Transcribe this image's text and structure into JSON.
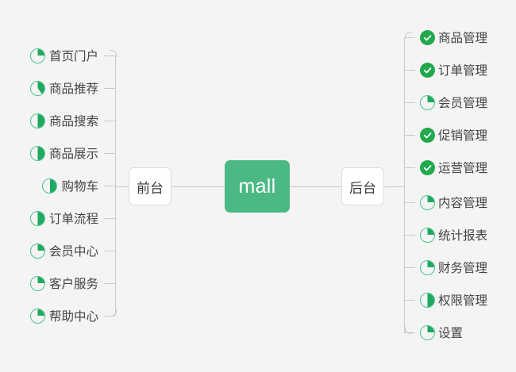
{
  "background_color": "#f4f4f4",
  "accent_color": "#4cb985",
  "done_color": "#22a94e",
  "pie_ring_color": "#4cc48a",
  "line_color": "#c9c9c9",
  "text_color": "#434343",
  "center": {
    "label": "mall"
  },
  "branches": {
    "left": {
      "node_label": "前台",
      "items": [
        {
          "label": "首页门户",
          "icon": "pie-icon",
          "percent": 25
        },
        {
          "label": "商品推荐",
          "icon": "pie-icon",
          "percent": 40
        },
        {
          "label": "商品搜索",
          "icon": "pie-icon",
          "percent": 50
        },
        {
          "label": "商品展示",
          "icon": "pie-icon",
          "percent": 50
        },
        {
          "label": "购物车",
          "icon": "pie-icon",
          "percent": 50
        },
        {
          "label": "订单流程",
          "icon": "pie-icon",
          "percent": 50
        },
        {
          "label": "会员中心",
          "icon": "pie-icon",
          "percent": 25
        },
        {
          "label": "客户服务",
          "icon": "pie-icon",
          "percent": 25
        },
        {
          "label": "帮助中心",
          "icon": "pie-icon",
          "percent": 25
        }
      ]
    },
    "right": {
      "node_label": "后台",
      "items": [
        {
          "label": "商品管理",
          "icon": "check-circle-icon",
          "percent": 100
        },
        {
          "label": "订单管理",
          "icon": "check-circle-icon",
          "percent": 100
        },
        {
          "label": "会员管理",
          "icon": "pie-icon",
          "percent": 25
        },
        {
          "label": "促销管理",
          "icon": "check-circle-icon",
          "percent": 100
        },
        {
          "label": "运营管理",
          "icon": "check-circle-icon",
          "percent": 100
        },
        {
          "label": "内容管理",
          "icon": "pie-icon",
          "percent": 25
        },
        {
          "label": "统计报表",
          "icon": "pie-icon",
          "percent": 25
        },
        {
          "label": "财务管理",
          "icon": "pie-icon",
          "percent": 25
        },
        {
          "label": "权限管理",
          "icon": "pie-icon",
          "percent": 50
        },
        {
          "label": "设置",
          "icon": "pie-icon",
          "percent": 25
        }
      ]
    }
  },
  "layout": {
    "left_item_tops": [
      58,
      99,
      140,
      181,
      222,
      263,
      304,
      345,
      386
    ],
    "right_item_tops": [
      35,
      76,
      117,
      158,
      199,
      243,
      284,
      325,
      366,
      407
    ]
  }
}
